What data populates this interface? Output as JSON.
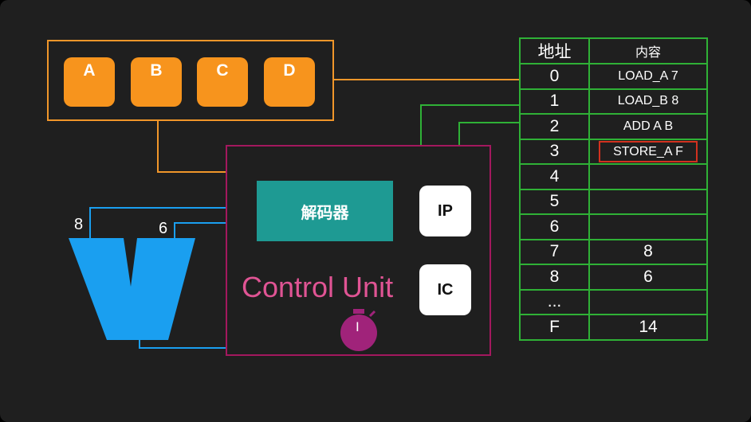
{
  "registers": [
    "A",
    "B",
    "C",
    "D"
  ],
  "control_unit": {
    "decoder_label": "解码器",
    "ip_label": "IP",
    "ic_label": "IC",
    "title": "Control Unit",
    "clock_label": "I"
  },
  "alu": {
    "input_a": "8",
    "input_b": "6"
  },
  "memory": {
    "header_address": "地址",
    "header_content": "内容",
    "rows": [
      {
        "address": "0",
        "content": "LOAD_A 7"
      },
      {
        "address": "1",
        "content": "LOAD_B 8"
      },
      {
        "address": "2",
        "content": "ADD A B"
      },
      {
        "address": "3",
        "content": "STORE_A F"
      },
      {
        "address": "4",
        "content": ""
      },
      {
        "address": "5",
        "content": ""
      },
      {
        "address": "6",
        "content": ""
      },
      {
        "address": "7",
        "content": "8"
      },
      {
        "address": "8",
        "content": "6"
      },
      {
        "address": "...",
        "content": ""
      },
      {
        "address": "F",
        "content": "14"
      }
    ],
    "highlighted_row": 3
  },
  "colors": {
    "registers": "#f7941d",
    "decoder": "#1e9a93",
    "control_unit_border": "#a3185e",
    "control_unit_text": "#e05494",
    "alu": "#1a9ff0",
    "memory_border": "#2fb136",
    "highlight": "#d2311f"
  }
}
